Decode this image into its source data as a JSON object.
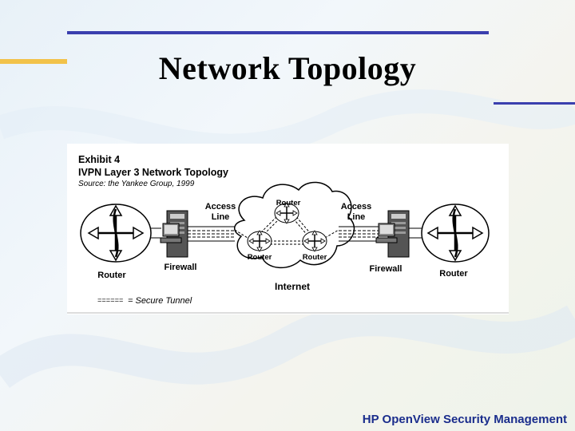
{
  "slide": {
    "title": "Network Topology",
    "footer": "HP OpenView Security Management"
  },
  "exhibit": {
    "heading": "Exhibit 4",
    "subtitle": "IVPN Layer 3 Network Topology",
    "source": "Source:  the Yankee Group, 1999",
    "labels": {
      "router_left": "Router",
      "firewall_left": "Firewall",
      "access_line_left_1": "Access",
      "access_line_left_2": "Line",
      "router_cloud_top": "Router",
      "router_cloud_left": "Router",
      "router_cloud_right": "Router",
      "internet": "Internet",
      "access_line_right_1": "Access",
      "access_line_right_2": "Line",
      "firewall_right": "Firewall",
      "router_right": "Router"
    },
    "legend": {
      "symbol": "======",
      "text": "= Secure Tunnel"
    }
  },
  "colors": {
    "accent_blue": "#3a3fae",
    "accent_yellow": "#f2c24a",
    "footer_text": "#1a2d8c"
  }
}
